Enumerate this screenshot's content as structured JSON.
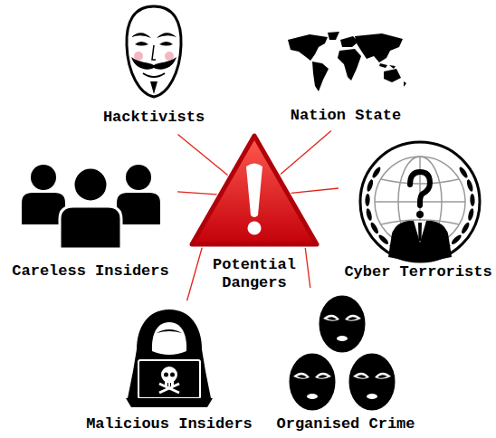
{
  "diagram": {
    "nodes": [
      {
        "text": [
          "Hacktivists"
        ]
      },
      {
        "text": [
          "Nation State"
        ]
      },
      {
        "text": [
          "Careless Insiders"
        ]
      },
      {
        "text": [
          "Potential Dangers"
        ]
      },
      {
        "text": [
          "Cyber Terrorists"
        ]
      },
      {
        "text": [
          "Malicious Insiders"
        ]
      },
      {
        "text": [
          "Organised Crime"
        ]
      }
    ],
    "edges": [
      {
        "from": 3,
        "to": 0,
        "arrow": "none"
      },
      {
        "from": 3,
        "to": 1,
        "arrow": "none"
      },
      {
        "from": 3,
        "to": 2,
        "arrow": "none"
      },
      {
        "from": 3,
        "to": 4,
        "arrow": "none"
      },
      {
        "from": 3,
        "to": 5,
        "arrow": "none"
      },
      {
        "from": 3,
        "to": 6,
        "arrow": "none"
      }
    ]
  }
}
